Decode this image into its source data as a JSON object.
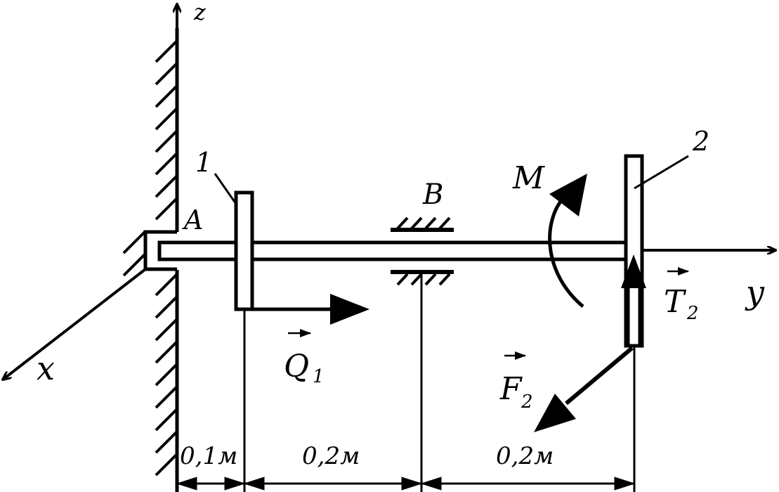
{
  "axes": {
    "z": "z",
    "y": "y",
    "x": "x"
  },
  "points": {
    "A": "A",
    "B": "B"
  },
  "parts": {
    "wheel1": "1",
    "wheel2": "2"
  },
  "forces": {
    "Q1": {
      "symbol": "Q",
      "sub": "1"
    },
    "F2": {
      "symbol": "F",
      "sub": "2"
    },
    "T2": {
      "symbol": "T",
      "sub": "2"
    }
  },
  "moment": "M",
  "dimensions": [
    "0,1м",
    "0,2м",
    "0,2м"
  ],
  "colors": {
    "ink": "#000000",
    "background": "#ffffff"
  }
}
